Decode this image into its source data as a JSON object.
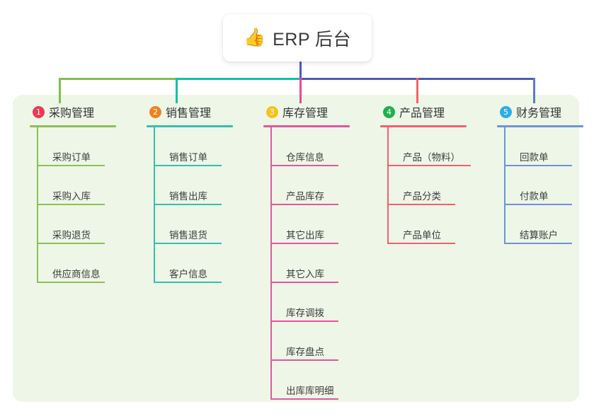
{
  "root": {
    "icon": "thumbs-up-emoji",
    "emoji": "👍",
    "title": "ERP 后台"
  },
  "panel": {
    "background_color": "#eef6e8"
  },
  "connectors": {
    "trunk_color": "#4f57c4",
    "bar_left_color": "#7ec04a",
    "bar_mid_color": "#0fc0a8",
    "bar_right_color": "#4f57c4",
    "drops": [
      "#7ec04a",
      "#0fc0a8",
      "#ec4899",
      "#f4616a",
      "#5b7ad4"
    ]
  },
  "columns": [
    {
      "number": "1",
      "title": "采购管理",
      "badge_color": "#ea3b52",
      "line_color": "#8cc152",
      "items": [
        {
          "label": "采购订单"
        },
        {
          "label": "采购入库"
        },
        {
          "label": "采购退货"
        },
        {
          "label": "供应商信息"
        }
      ]
    },
    {
      "number": "2",
      "title": "销售管理",
      "badge_color": "#f0821e",
      "line_color": "#2ec3b0",
      "items": [
        {
          "label": "销售订单"
        },
        {
          "label": "销售出库"
        },
        {
          "label": "销售退货"
        },
        {
          "label": "客户信息"
        }
      ]
    },
    {
      "number": "3",
      "title": "库存管理",
      "badge_color": "#f5c319",
      "line_color": "#e8549e",
      "items": [
        {
          "label": "仓库信息"
        },
        {
          "label": "产品库存"
        },
        {
          "label": "其它出库"
        },
        {
          "label": "其它入库"
        },
        {
          "label": "库存调拨"
        },
        {
          "label": "库存盘点"
        },
        {
          "label": "出库库明细"
        }
      ]
    },
    {
      "number": "4",
      "title": "产品管理",
      "badge_color": "#22b14c",
      "line_color": "#f4616a",
      "items": [
        {
          "label": "产品（物料）"
        },
        {
          "label": "产品分类"
        },
        {
          "label": "产品单位"
        }
      ]
    },
    {
      "number": "5",
      "title": "财务管理",
      "badge_color": "#2caee4",
      "line_color": "#6f93d8",
      "items": [
        {
          "label": "回款单"
        },
        {
          "label": "付款单"
        },
        {
          "label": "结算账户"
        }
      ]
    }
  ]
}
